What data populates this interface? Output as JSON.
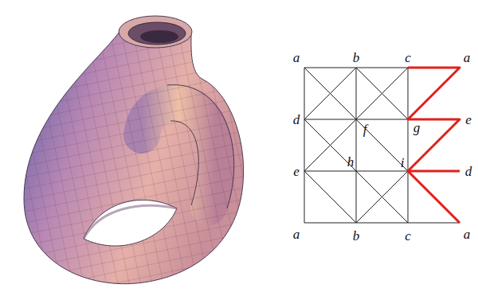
{
  "diagram": {
    "labels": [
      "a",
      "b",
      "c",
      "a",
      "d",
      "f",
      "g",
      "e",
      "e",
      "h",
      "i",
      "d",
      "a",
      "b",
      "c",
      "a"
    ]
  }
}
